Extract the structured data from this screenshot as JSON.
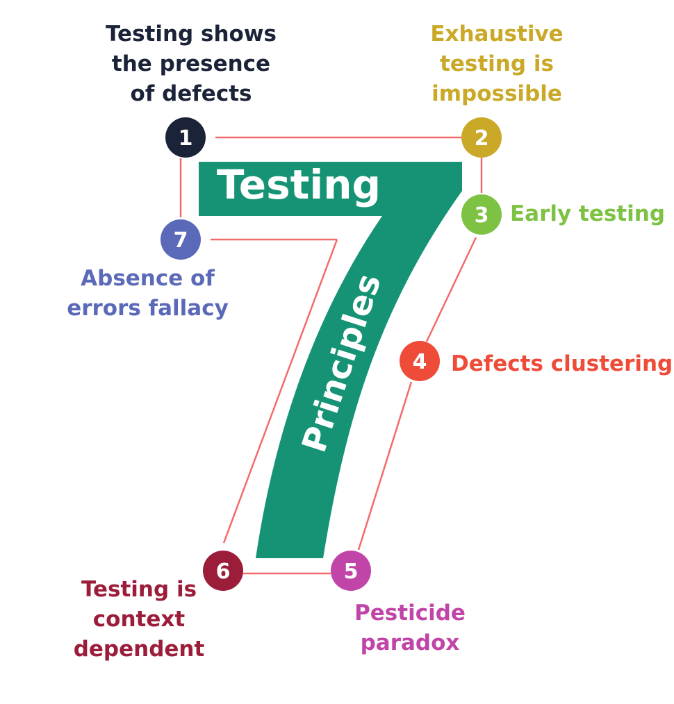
{
  "title": {
    "word1": "Testing",
    "word2": "Principles"
  },
  "principles": [
    {
      "number": "1",
      "label": "Testing shows\nthe presence\nof defects",
      "color": "#1b2338"
    },
    {
      "number": "2",
      "label": "Exhaustive\ntesting is\nimpossible",
      "color": "#c9a927"
    },
    {
      "number": "3",
      "label": "Early testing",
      "color": "#7dc243"
    },
    {
      "number": "4",
      "label": "Defects clustering",
      "color": "#ef4b39"
    },
    {
      "number": "5",
      "label": "Pesticide\nparadox",
      "color": "#c145a8"
    },
    {
      "number": "6",
      "label": "Testing is\ncontext\ndependent",
      "color": "#9c1d3a"
    },
    {
      "number": "7",
      "label": "Absence of\nerrors fallacy",
      "color": "#5b6ab8"
    }
  ],
  "colors": {
    "seven_fill": "#159374",
    "connector": "#f26b6b",
    "background": "#ffffff"
  }
}
